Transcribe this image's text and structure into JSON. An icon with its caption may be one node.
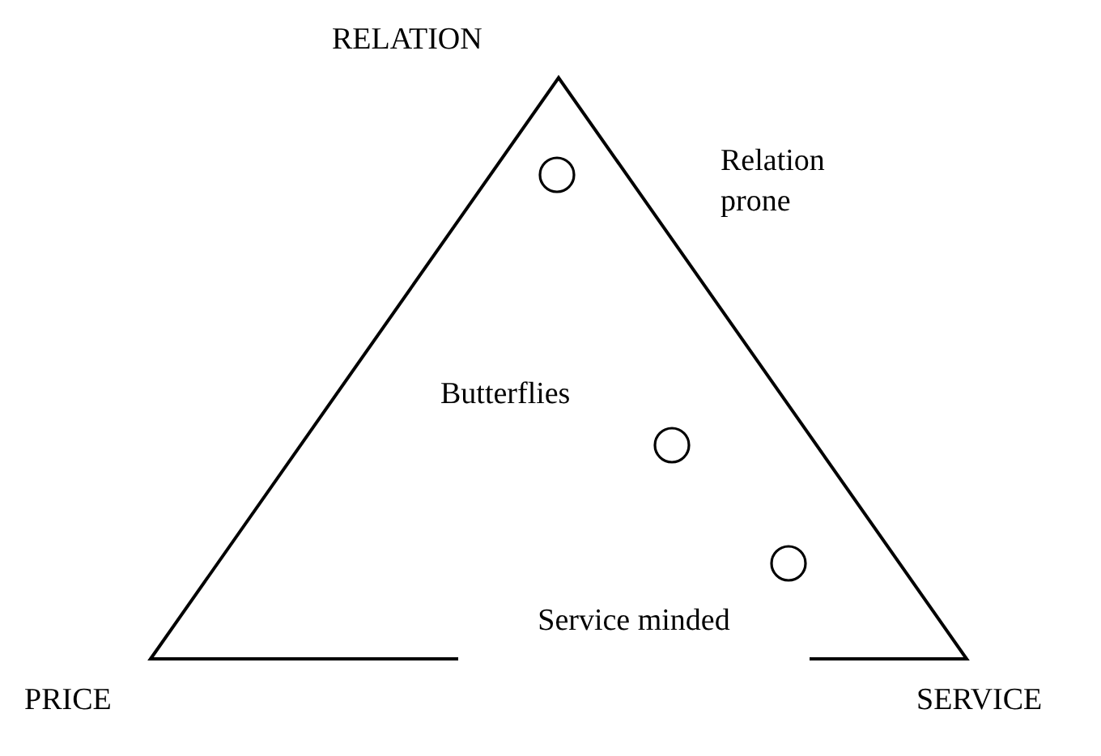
{
  "diagram": {
    "labels": [
      "RELATION",
      "Relation prone",
      "Butterflies",
      "Service minded",
      "PRICE",
      "SERVICE"
    ]
  }
}
